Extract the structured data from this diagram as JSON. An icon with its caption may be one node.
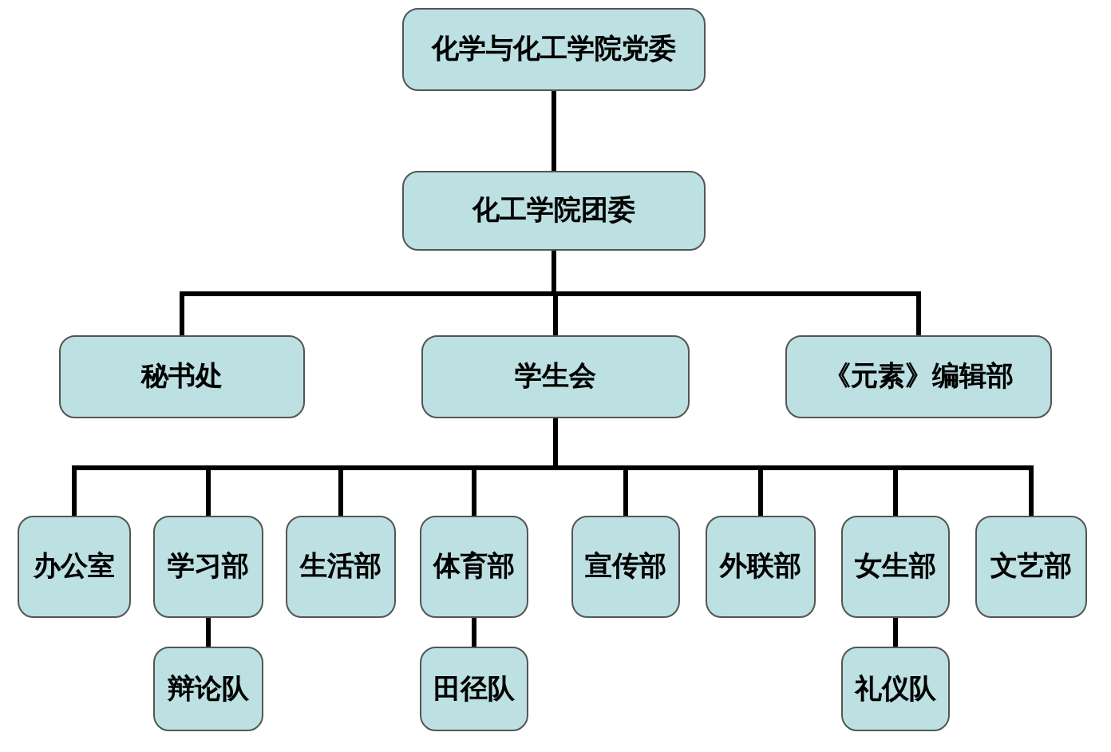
{
  "diagram": {
    "nodes": [
      {
        "text": [
          "化学与化工学院党委"
        ]
      },
      {
        "text": [
          "化工学院团委"
        ]
      },
      {
        "text": [
          "秘书处"
        ]
      },
      {
        "text": [
          "学生会"
        ]
      },
      {
        "text": [
          "《元素》编辑部"
        ]
      },
      {
        "text": [
          "办公室"
        ]
      },
      {
        "text": [
          "学习部"
        ]
      },
      {
        "text": [
          "生活部"
        ]
      },
      {
        "text": [
          "体育部"
        ]
      },
      {
        "text": [
          "宣传部"
        ]
      },
      {
        "text": [
          "外联部"
        ]
      },
      {
        "text": [
          "女生部"
        ]
      },
      {
        "text": [
          "文艺部"
        ]
      },
      {
        "text": [
          "辩论队"
        ]
      },
      {
        "text": [
          "田径队"
        ]
      },
      {
        "text": [
          "礼仪队"
        ]
      }
    ],
    "edges": [
      {
        "from": 0,
        "to": 1,
        "arrow": "none"
      },
      {
        "from": 1,
        "to": 2,
        "arrow": "none"
      },
      {
        "from": 1,
        "to": 3,
        "arrow": "none"
      },
      {
        "from": 1,
        "to": 4,
        "arrow": "none"
      },
      {
        "from": 3,
        "to": 5,
        "arrow": "none"
      },
      {
        "from": 3,
        "to": 6,
        "arrow": "none"
      },
      {
        "from": 3,
        "to": 7,
        "arrow": "none"
      },
      {
        "from": 3,
        "to": 8,
        "arrow": "none"
      },
      {
        "from": 3,
        "to": 9,
        "arrow": "none"
      },
      {
        "from": 3,
        "to": 10,
        "arrow": "none"
      },
      {
        "from": 3,
        "to": 11,
        "arrow": "none"
      },
      {
        "from": 3,
        "to": 12,
        "arrow": "none"
      },
      {
        "from": 6,
        "to": 13,
        "arrow": "none"
      },
      {
        "from": 8,
        "to": 14,
        "arrow": "none"
      },
      {
        "from": 11,
        "to": 15,
        "arrow": "none"
      }
    ]
  }
}
